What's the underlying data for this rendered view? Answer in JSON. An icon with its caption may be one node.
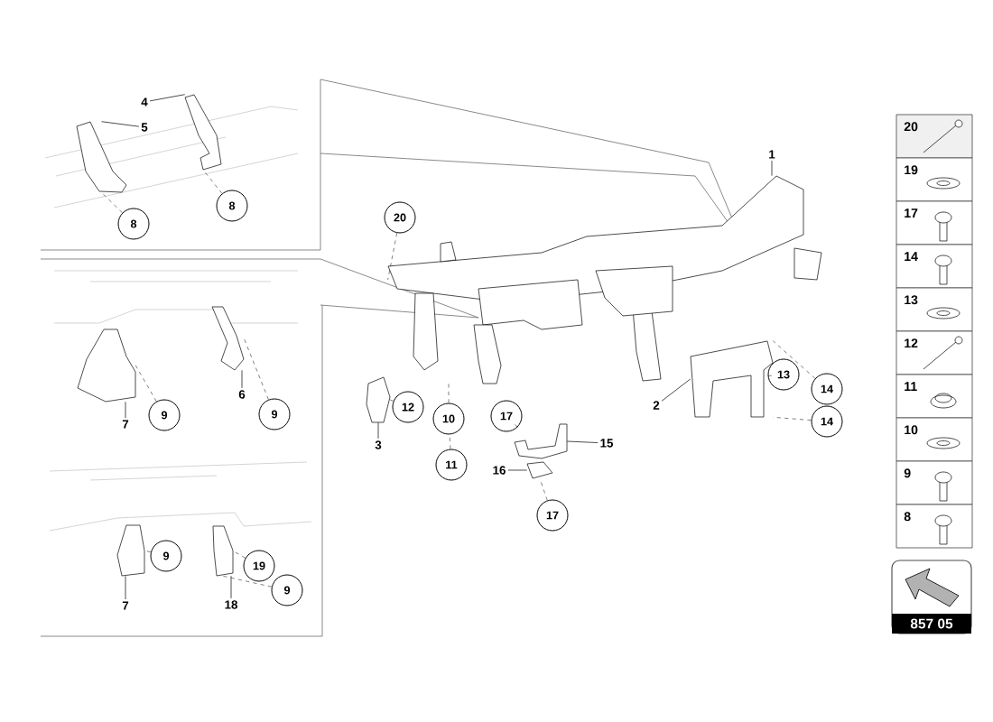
{
  "diagram": {
    "nodes": [
      {
        "text": [
          "4"
        ]
      },
      {
        "text": [
          "5"
        ]
      },
      {
        "text": [
          "8"
        ]
      },
      {
        "text": [
          "8"
        ]
      },
      {
        "text": [
          "20"
        ]
      },
      {
        "text": [
          "1"
        ]
      },
      {
        "text": [
          "6"
        ]
      },
      {
        "text": [
          "9"
        ]
      },
      {
        "text": [
          "7"
        ]
      },
      {
        "text": [
          "9"
        ]
      },
      {
        "text": [
          "12"
        ]
      },
      {
        "text": [
          "3"
        ]
      },
      {
        "text": [
          "10"
        ]
      },
      {
        "text": [
          "11"
        ]
      },
      {
        "text": [
          "17"
        ]
      },
      {
        "text": [
          "15"
        ]
      },
      {
        "text": [
          "16"
        ]
      },
      {
        "text": [
          "17"
        ]
      },
      {
        "text": [
          "2"
        ]
      },
      {
        "text": [
          "13"
        ]
      },
      {
        "text": [
          "14"
        ]
      },
      {
        "text": [
          "14"
        ]
      },
      {
        "text": [
          "7"
        ]
      },
      {
        "text": [
          "9"
        ]
      },
      {
        "text": [
          "18"
        ]
      },
      {
        "text": [
          "19"
        ]
      },
      {
        "text": [
          "9"
        ]
      },
      {
        "text": [],
        "shape": "picture"
      },
      {
        "text": [],
        "shape": "picture"
      },
      {
        "text": [],
        "shape": "picture"
      },
      {
        "text": [],
        "shape": "picture"
      },
      {
        "text": [],
        "shape": "picture"
      },
      {
        "text": [],
        "shape": "picture"
      },
      {
        "text": [],
        "shape": "picture"
      },
      {
        "text": [],
        "shape": "picture"
      },
      {
        "text": [],
        "shape": "picture"
      },
      {
        "text": [],
        "shape": "picture"
      },
      {
        "text": [],
        "shape": "picture"
      }
    ],
    "edges": [
      {
        "from": 0,
        "to": 27,
        "arrow": "none"
      },
      {
        "from": 1,
        "to": 28,
        "arrow": "none"
      },
      {
        "from": 2,
        "to": 27,
        "arrow": "none",
        "style": "dashed"
      },
      {
        "from": 3,
        "to": 28,
        "arrow": "none",
        "style": "dashed"
      },
      {
        "from": 4,
        "to": 29,
        "arrow": "none",
        "style": "dashed"
      },
      {
        "from": 5,
        "to": 29,
        "arrow": "none"
      },
      {
        "from": 6,
        "to": 30,
        "arrow": "none"
      },
      {
        "from": 7,
        "to": 30,
        "arrow": "none",
        "style": "dashed"
      },
      {
        "from": 8,
        "to": 31,
        "arrow": "none"
      },
      {
        "from": 9,
        "to": 31,
        "arrow": "none",
        "style": "dashed"
      },
      {
        "from": 10,
        "to": 32,
        "arrow": "none",
        "style": "dashed"
      },
      {
        "from": 11,
        "to": 32,
        "arrow": "none"
      },
      {
        "from": 12,
        "to": 29,
        "arrow": "none",
        "style": "dashed"
      },
      {
        "from": 13,
        "to": 12,
        "arrow": "none",
        "style": "dashed"
      },
      {
        "from": 14,
        "to": 33,
        "arrow": "none",
        "style": "dashed"
      },
      {
        "from": 15,
        "to": 33,
        "arrow": "none"
      },
      {
        "from": 16,
        "to": 34,
        "arrow": "none"
      },
      {
        "from": 17,
        "to": 34,
        "arrow": "none",
        "style": "dashed"
      },
      {
        "from": 18,
        "to": 35,
        "arrow": "none"
      },
      {
        "from": 19,
        "to": 35,
        "arrow": "none",
        "style": "dashed"
      },
      {
        "from": 20,
        "to": 35,
        "arrow": "none",
        "style": "dashed"
      },
      {
        "from": 21,
        "to": 35,
        "arrow": "none",
        "style": "dashed"
      },
      {
        "from": 22,
        "to": 36,
        "arrow": "none"
      },
      {
        "from": 23,
        "to": 36,
        "arrow": "none",
        "style": "dashed"
      },
      {
        "from": 24,
        "to": 37,
        "arrow": "none"
      },
      {
        "from": 25,
        "to": 37,
        "arrow": "none",
        "style": "dashed"
      },
      {
        "from": 26,
        "to": 37,
        "arrow": "none",
        "style": "dashed"
      }
    ],
    "labels": [
      "20",
      "19",
      "17",
      "14",
      "13",
      "12",
      "11",
      "10",
      "9",
      "8",
      "857 05"
    ]
  }
}
